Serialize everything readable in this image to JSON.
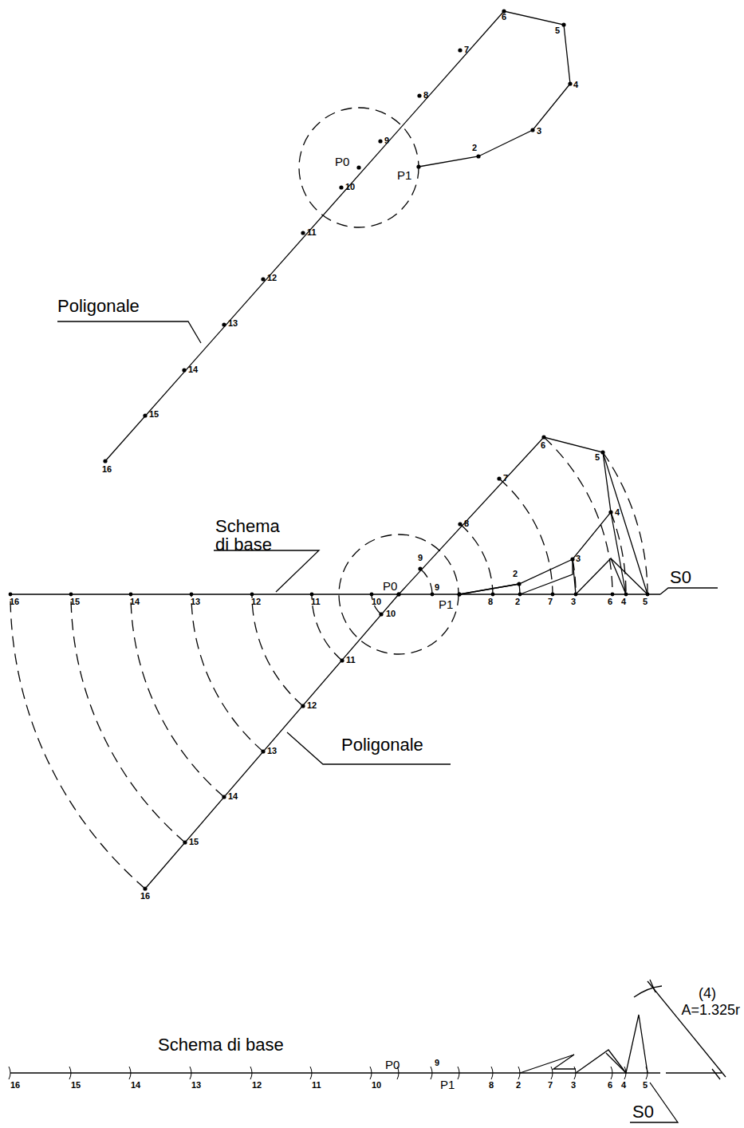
{
  "diagram": {
    "labels": [
      "6",
      "5",
      "7",
      "4",
      "8",
      "9",
      "P0",
      "3",
      "2",
      "P1",
      "10",
      "11",
      "12",
      "Poligonale",
      "13",
      "14",
      "15",
      "16",
      "6",
      "5",
      "7",
      "8",
      "4",
      "3",
      "9",
      "2",
      "Schema di base",
      "S0",
      "P0",
      "16",
      "15",
      "14",
      "13",
      "12",
      "11",
      "10",
      "9",
      "P1",
      "8",
      "2",
      "7",
      "3",
      "6",
      "4",
      "5",
      "10",
      "11",
      "12",
      "13",
      "14",
      "15",
      "Poligonale",
      "16",
      "(4)",
      "A=1.325r",
      "Schema di base",
      "P0",
      "9",
      "16",
      "15",
      "14",
      "13",
      "12",
      "11",
      "10",
      "P1",
      "8",
      "2",
      "7",
      "3",
      "6",
      "4",
      "5",
      "S0"
    ]
  }
}
